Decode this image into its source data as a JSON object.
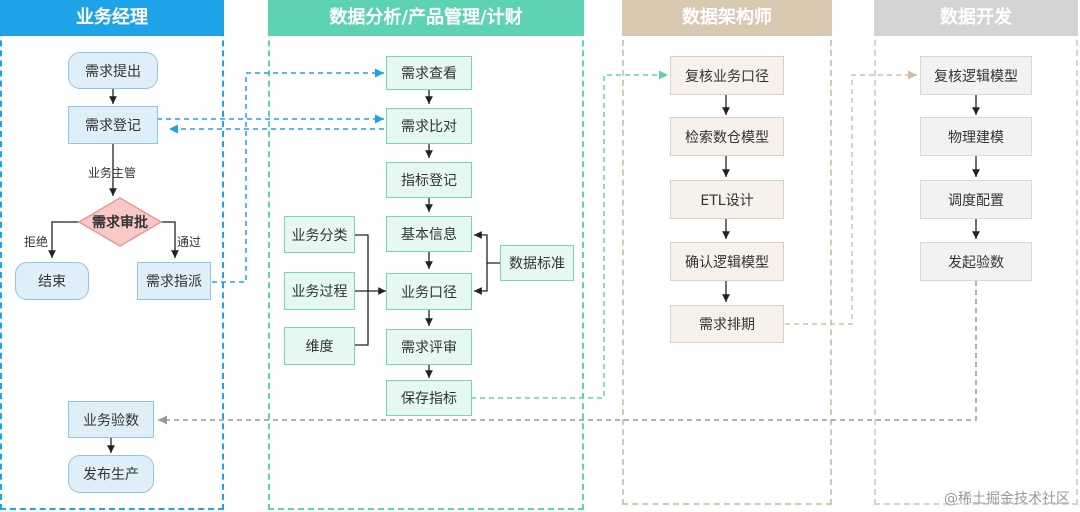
{
  "lanes": [
    {
      "title": "业务经理"
    },
    {
      "title": "数据分析/产品管理/计财"
    },
    {
      "title": "数据架构师"
    },
    {
      "title": "数据开发"
    }
  ],
  "manager": {
    "start": "需求提出",
    "register": "需求登记",
    "owner_label": "业务主管",
    "approve": "需求审批",
    "reject_label": "拒绝",
    "pass_label": "通过",
    "end": "结束",
    "assign": "需求指派",
    "acceptance": "业务验数",
    "release": "发布生产"
  },
  "analyst": {
    "view": "需求查看",
    "compare": "需求比对",
    "metric_register": "指标登记",
    "basic_info": "基本信息",
    "caliber": "业务口径",
    "review": "需求评审",
    "save": "保存指标",
    "category": "业务分类",
    "process": "业务过程",
    "dimension": "维度",
    "data_standard": "数据标准"
  },
  "architect": {
    "recheck_caliber": "复核业务口径",
    "search_model": "检索数仓模型",
    "etl": "ETL设计",
    "confirm_model": "确认逻辑模型",
    "schedule": "需求排期"
  },
  "developer": {
    "recheck_model": "复核逻辑模型",
    "physical": "物理建模",
    "scheduling": "调度配置",
    "verify": "发起验数"
  },
  "watermark": "@稀土掘金技术社区",
  "colors": {
    "lane1": "#1fa3e8",
    "lane2": "#5dd3b3",
    "lane3": "#d8c8b1",
    "lane4": "#d4d4d4"
  }
}
